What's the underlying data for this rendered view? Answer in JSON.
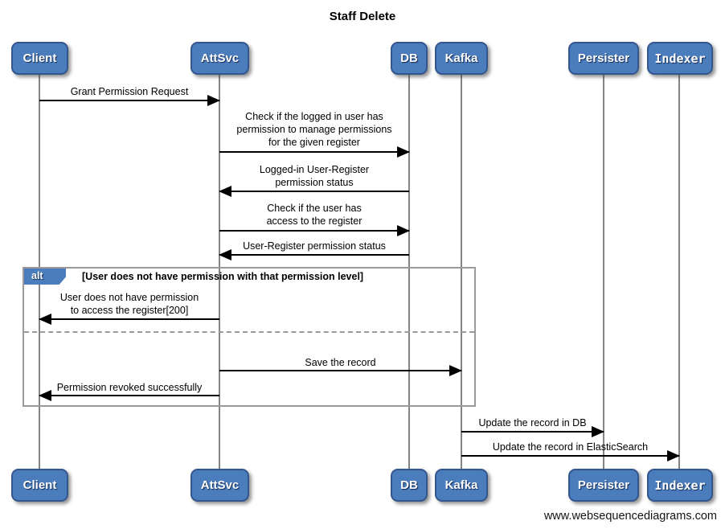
{
  "title": "Staff Delete",
  "footer": "www.websequencediagrams.com",
  "actors": [
    {
      "id": "client",
      "label": "Client"
    },
    {
      "id": "attsvc",
      "label": "AttSvc"
    },
    {
      "id": "db",
      "label": "DB"
    },
    {
      "id": "kafka",
      "label": "Kafka"
    },
    {
      "id": "persister",
      "label": "Persister"
    },
    {
      "id": "indexer",
      "label": "Indexer"
    }
  ],
  "alt_frame": {
    "operator": "alt",
    "condition": "[User does not have permission with that permission level]"
  },
  "messages": [
    {
      "from": "Client",
      "to": "AttSvc",
      "direction": "right",
      "text": "Grant Permission Request"
    },
    {
      "from": "AttSvc",
      "to": "DB",
      "direction": "right",
      "text": "Check if the logged in user has\npermission to manage permissions\nfor the given register"
    },
    {
      "from": "DB",
      "to": "AttSvc",
      "direction": "left",
      "text": "Logged-in User-Register\npermission status"
    },
    {
      "from": "AttSvc",
      "to": "DB",
      "direction": "right",
      "text": "Check if the user has\naccess to the register"
    },
    {
      "from": "DB",
      "to": "AttSvc",
      "direction": "left",
      "text": "User-Register permission status"
    },
    {
      "from": "AttSvc",
      "to": "Client",
      "direction": "left",
      "text": "User does not have permission\nto access the register[200]"
    },
    {
      "from": "AttSvc",
      "to": "Kafka",
      "direction": "right",
      "text": "Save the record"
    },
    {
      "from": "AttSvc",
      "to": "Client",
      "direction": "left",
      "text": "Permission revoked successfully"
    },
    {
      "from": "Kafka",
      "to": "Persister",
      "direction": "right",
      "text": "Update the record in DB"
    },
    {
      "from": "Kafka",
      "to": "Indexer",
      "direction": "right",
      "text": "Update the record in ElasticSearch"
    }
  ],
  "colors": {
    "actor_fill": "#4b7dbd",
    "actor_border": "#34568e",
    "frame_border": "#9a9a9a",
    "lifeline": "#848484",
    "arrow": "#000000",
    "background": "#ffffff"
  }
}
